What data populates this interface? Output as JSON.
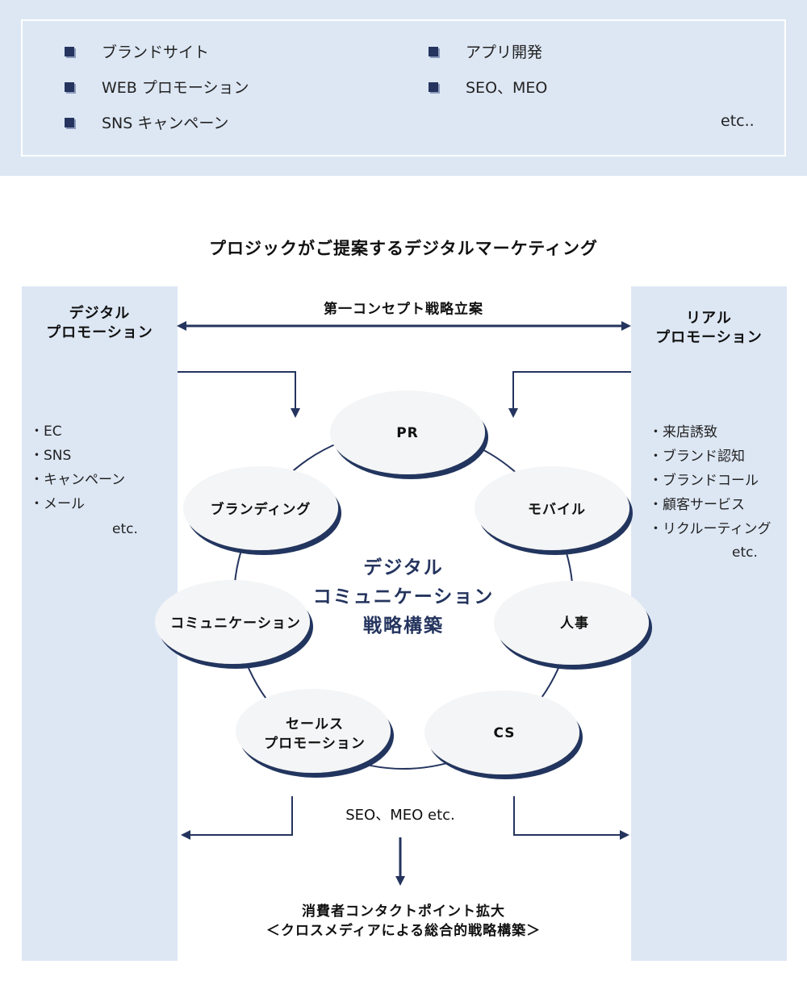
{
  "services": {
    "left": [
      "ブランドサイト",
      "WEB プロモーション",
      "SNS キャンペーン"
    ],
    "right": [
      "アプリ開発",
      "SEO、MEO"
    ],
    "etc": "etc.."
  },
  "title": "プロジックがご提案するデジタルマーケティング",
  "left_column": {
    "title": "デジタル\nプロモーション",
    "items": [
      "・EC",
      "・SNS",
      "・キャンペーン",
      "・メール"
    ],
    "etc": "etc."
  },
  "right_column": {
    "title": "リアル\nプロモーション",
    "items": [
      "・来店誘致",
      "・ブランド認知",
      "・ブランドコール",
      "・顧客サービス",
      "・リクルーティング"
    ],
    "etc": "etc."
  },
  "strategy_label": "第一コンセプト戦略立案",
  "center_label": "デジタル\nコミュニケーション\n戦略構築",
  "nodes": {
    "pr": "PR",
    "mobile": "モバイル",
    "hr": "人事",
    "cs": "CS",
    "sales": "セールス\nプロモーション",
    "communication": "コミュニケーション",
    "branding": "ブランディング"
  },
  "seo_label": "SEO、MEO etc.",
  "bottom_text": "消費者コンタクトポイント拡大\n＜クロスメディアによる総合的戦略構築＞",
  "colors": {
    "band": "#dde7f4",
    "navy": "#24345e",
    "node_fill": "#f4f5f6"
  }
}
